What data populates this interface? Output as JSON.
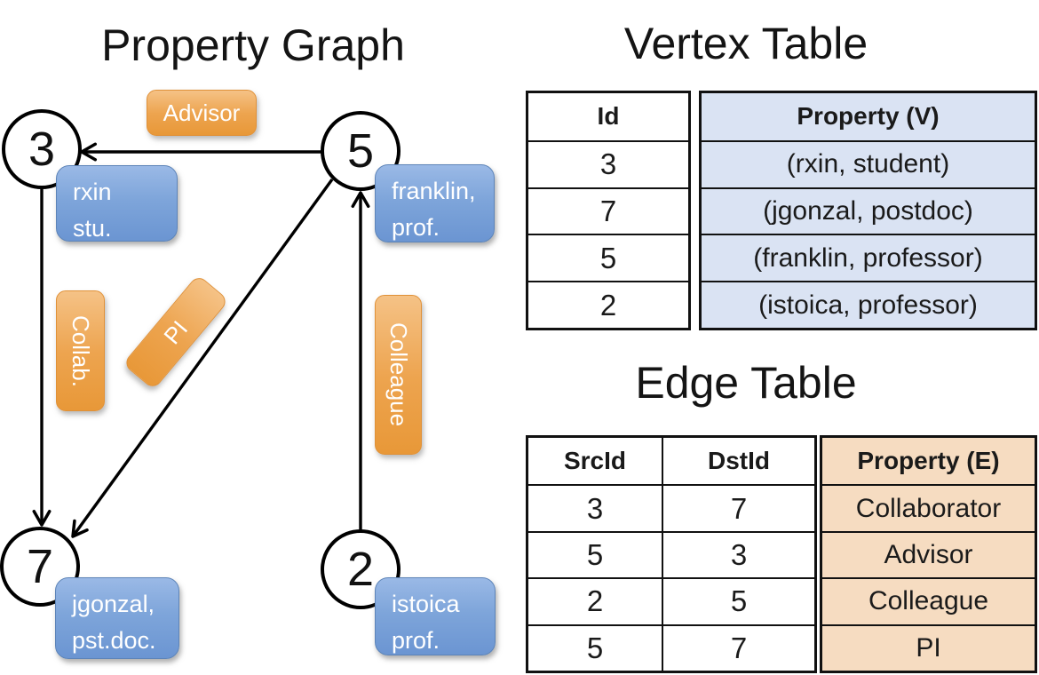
{
  "graph": {
    "title": "Property Graph",
    "nodes": [
      {
        "id": "3",
        "prop_line1": "rxin",
        "prop_line2": "stu."
      },
      {
        "id": "5",
        "prop_line1": "franklin,",
        "prop_line2": "prof."
      },
      {
        "id": "7",
        "prop_line1": "jgonzal,",
        "prop_line2": "pst.doc."
      },
      {
        "id": "2",
        "prop_line1": "istoica",
        "prop_line2": "prof."
      }
    ],
    "edge_labels": {
      "advisor": "Advisor",
      "collab": "Collab.",
      "pi": "PI",
      "colleague": "Colleague"
    }
  },
  "vertex_table": {
    "title": "Vertex Table",
    "col_id": "Id",
    "col_property": "Property (V)",
    "rows": [
      {
        "id": "3",
        "property": "(rxin, student)"
      },
      {
        "id": "7",
        "property": "(jgonzal, postdoc)"
      },
      {
        "id": "5",
        "property": "(franklin, professor)"
      },
      {
        "id": "2",
        "property": "(istoica, professor)"
      }
    ]
  },
  "edge_table": {
    "title": "Edge Table",
    "col_src": "SrcId",
    "col_dst": "DstId",
    "col_property": "Property (E)",
    "rows": [
      {
        "src": "3",
        "dst": "7",
        "property": "Collaborator"
      },
      {
        "src": "5",
        "dst": "3",
        "property": "Advisor"
      },
      {
        "src": "2",
        "dst": "5",
        "property": "Colleague"
      },
      {
        "src": "5",
        "dst": "7",
        "property": "PI"
      }
    ]
  },
  "colors": {
    "edge_label_orange": "#eda44f",
    "node_property_blue": "#7ea5da",
    "vertex_cell_blue": "#dae3f3",
    "edge_cell_orange": "#f6dcc1",
    "line_black": "#000000"
  }
}
